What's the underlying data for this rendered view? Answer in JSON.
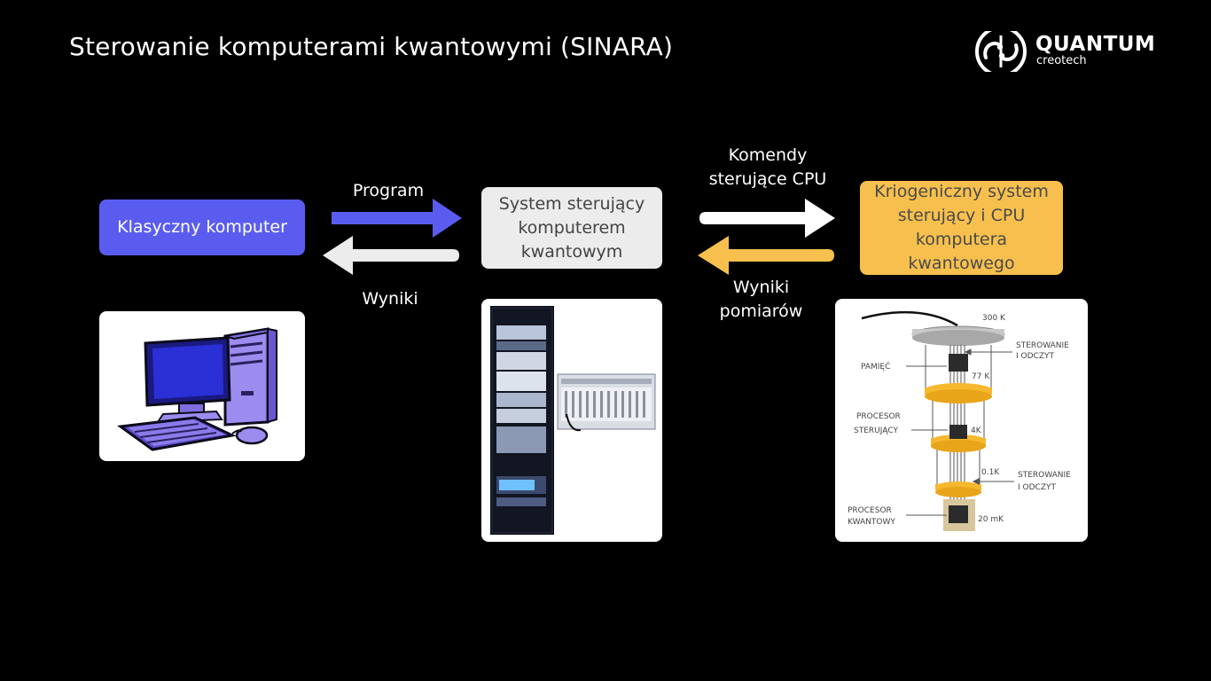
{
  "header": {
    "title": "Sterowanie komputerami kwantowymi (SINARA)",
    "logo": {
      "word": "QUANTUM",
      "sub": "creotech"
    }
  },
  "nodes": {
    "classical": "Klasyczny komputer",
    "control_system": "System sterujący komputerem kwantowym",
    "cryo_system": "Kriogeniczny system sterujący i CPU komputera kwantowego"
  },
  "arrows": {
    "program": "Program",
    "results": "Wyniki",
    "cpu_commands": "Komendy sterujące CPU",
    "measurement_results": "Wyniki pomiarów"
  },
  "cryo_diagram": {
    "temp_300k": "300 K",
    "temp_77k": "77 K",
    "temp_4k": "4K",
    "temp_01k": "0.1K",
    "temp_20mk": "20 mK",
    "label_pamiec": "PAMIĘĆ",
    "label_procesor_sterujacy_1": "PROCESOR",
    "label_procesor_sterujacy_2": "STERUJĄCY",
    "label_procesor_kwantowy_1": "PROCESOR",
    "label_procesor_kwantowy_2": "KWANTOWY",
    "label_sterowanie_top_1": "STEROWANIE",
    "label_sterowanie_top_2": "I ODCZYT",
    "label_sterowanie_bottom_1": "STEROWANIE",
    "label_sterowanie_bottom_2": "I ODCZYT"
  },
  "colors": {
    "background": "#000000",
    "accent_blue": "#5a5cf0",
    "accent_yellow": "#f7c04e",
    "light_gray": "#ececec"
  },
  "icons": [
    "quantum-logo-icon",
    "computer-icon",
    "server-rack-icon",
    "cryostat-icon"
  ]
}
